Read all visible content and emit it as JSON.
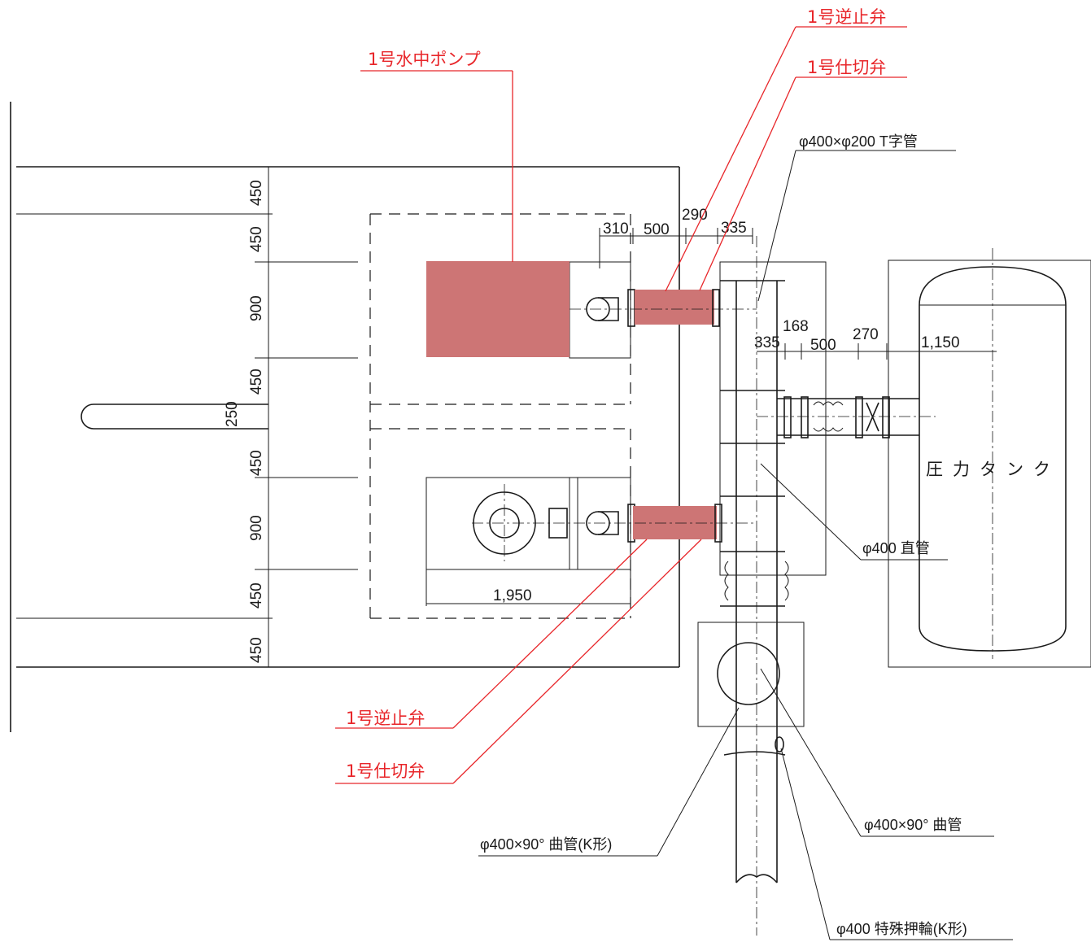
{
  "labels": {
    "pump_1": "1号水中ポンプ",
    "check_valve_top": "1号逆止弁",
    "gate_valve_top": "1号仕切弁",
    "check_valve_bottom": "1号逆止弁",
    "gate_valve_bottom": "1号仕切弁",
    "tee_pipe": "φ400×φ200 T字管",
    "straight_pipe": "φ400 直管",
    "bend_90": "φ400×90° 曲管",
    "bend_90_k": "φ400×90° 曲管(K形)",
    "special_ring": "φ400 特殊押輪(K形)",
    "pressure_tank": "圧力タンク"
  },
  "dimensions": {
    "v_450_a": "450",
    "v_450_b": "450",
    "v_900_a": "900",
    "v_450_c": "450",
    "v_250": "250",
    "v_450_d": "450",
    "v_900_b": "900",
    "v_450_e": "450",
    "v_450_f": "450",
    "h_310": "310",
    "h_500_a": "500",
    "h_290": "290",
    "h_335_a": "335",
    "h_335_b": "335",
    "h_168": "168",
    "h_500_b": "500",
    "h_270": "270",
    "h_1150": "1,150",
    "h_1950": "1,950"
  },
  "colors": {
    "annotation_line": "#e8262a",
    "highlight": "#cd7575",
    "drawing_line": "#1a1a1a"
  }
}
